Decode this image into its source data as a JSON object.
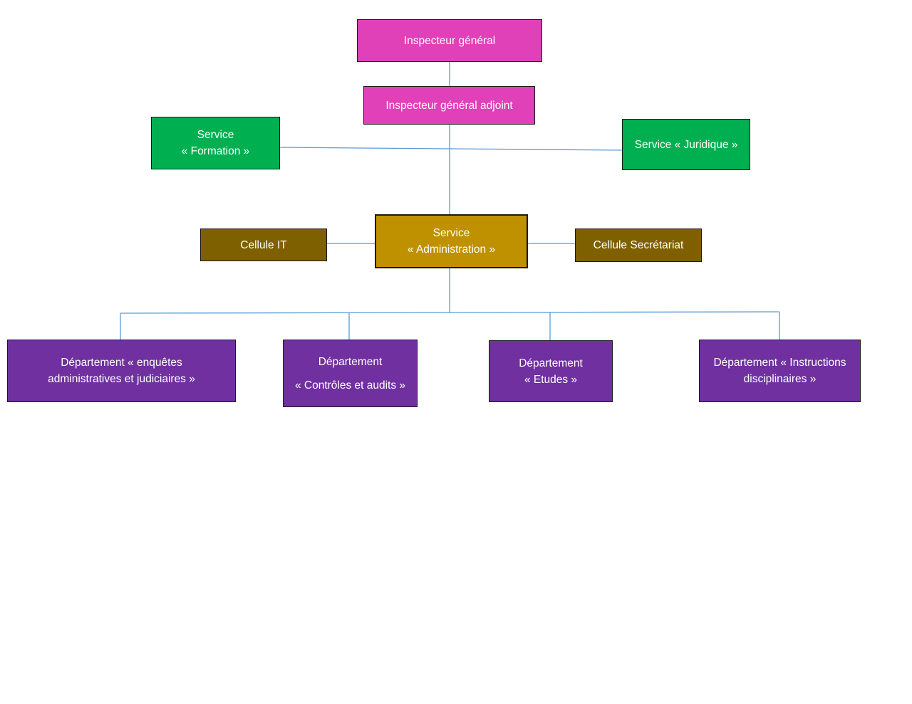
{
  "orgchart": {
    "colors": {
      "connector": "#5b9bd5",
      "direction": "#e040b8",
      "services_staff": "#00b050",
      "administration": "#bf9000",
      "cells": "#7f6000",
      "departments": "#7030a0"
    },
    "inspector_general": {
      "label": "Inspecteur général"
    },
    "deputy_inspector_general": {
      "label": "Inspecteur général adjoint"
    },
    "service_formation": {
      "line1": "Service",
      "line2": "« Formation »"
    },
    "service_juridique": {
      "label": "Service « Juridique »"
    },
    "service_administration": {
      "line1": "Service",
      "line2": "« Administration »"
    },
    "cell_it": {
      "label": "Cellule IT"
    },
    "cell_secretariat": {
      "label": "Cellule Secrétariat"
    },
    "departments": [
      {
        "line1": "Département « enquêtes",
        "line2": "administratives et judiciaires »"
      },
      {
        "line1": "Département",
        "line2": "« Contrôles et audits »"
      },
      {
        "line1": "Département",
        "line2": "« Etudes »"
      },
      {
        "line1": "Département « Instructions",
        "line2": "disciplinaires »"
      }
    ]
  }
}
